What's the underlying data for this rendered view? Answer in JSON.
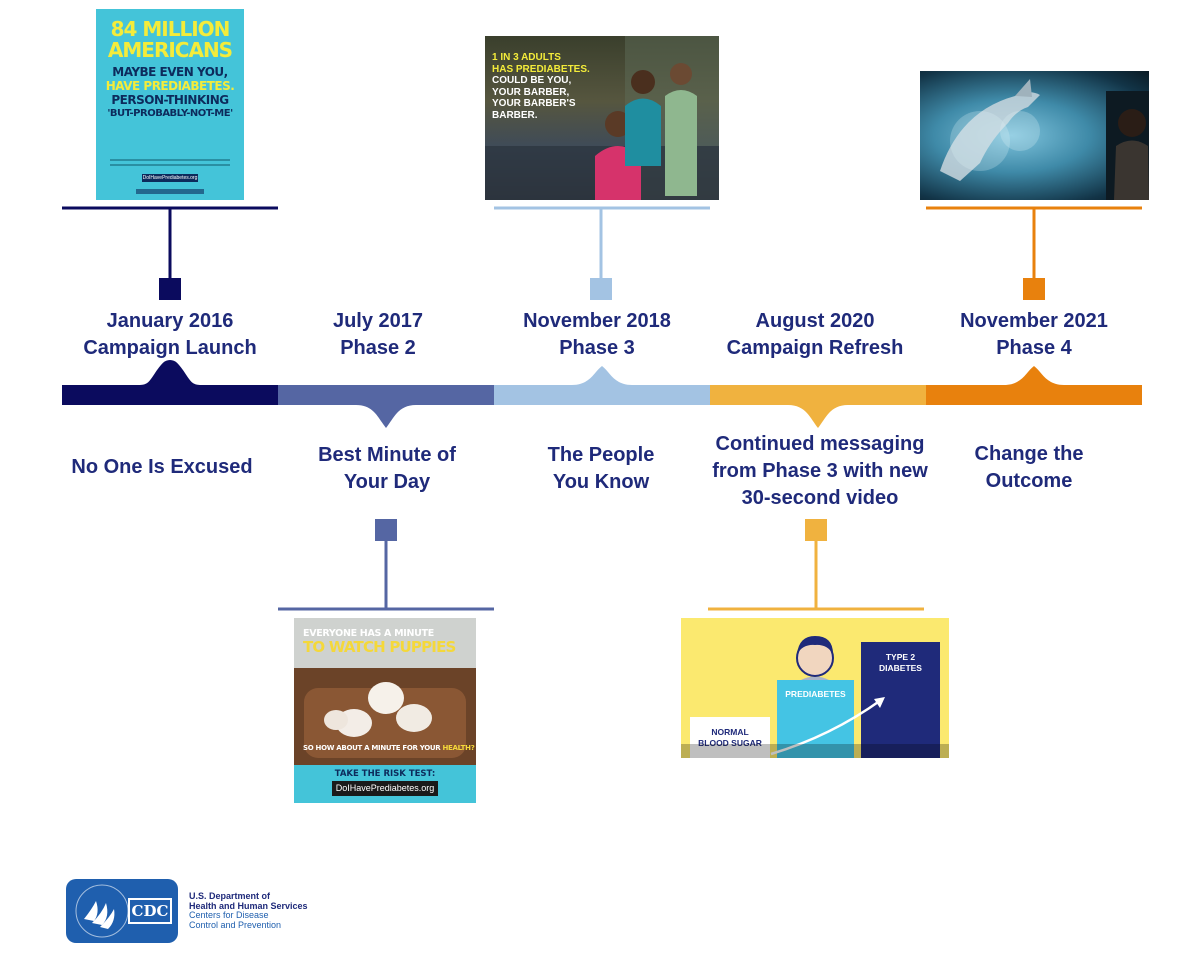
{
  "colors": {
    "phase1": "#0b0b5e",
    "phase2": "#5566a3",
    "phase3": "#a3c3e3",
    "refresh": "#f0b23f",
    "phase4": "#e8810d",
    "text": "#1f2a7a"
  },
  "milestones": [
    {
      "date": "January 2016",
      "name": "Campaign Launch",
      "campaign_lines": [
        "No One Is Excused"
      ]
    },
    {
      "date": "July 2017",
      "name": "Phase 2",
      "campaign_lines": [
        "Best Minute of",
        "Your Day"
      ]
    },
    {
      "date": "November 2018",
      "name": "Phase 3",
      "campaign_lines": [
        "The People",
        "You Know"
      ]
    },
    {
      "date": "August 2020",
      "name": "Campaign Refresh",
      "campaign_lines": [
        "Continued messaging",
        "from Phase 3 with new",
        "30-second video"
      ]
    },
    {
      "date": "November 2021",
      "name": "Phase 4",
      "campaign_lines": [
        "Change the",
        "Outcome"
      ]
    }
  ],
  "thumbnails": {
    "poster_2016": {
      "lines": [
        "84 MILLION",
        "AMERICANS",
        "MAYBE EVEN YOU,",
        "HAVE PREDIABETES.",
        "PERSON-THINKING",
        "'BUT-PROBABLY-NOT-ME'"
      ],
      "url": "DoIHavePrediabetes.org"
    },
    "barber_2018": {
      "lines": [
        "1 IN 3 ADULTS",
        "HAS PREDIABETES.",
        "COULD BE YOU,",
        "YOUR BARBER,",
        "YOUR BARBER'S",
        "BARBER."
      ]
    },
    "puppies_2017": {
      "top_line1": "EVERYONE HAS A MINUTE",
      "top_line2": "TO WATCH PUPPIES",
      "bottom_pre": "SO HOW ABOUT A MINUTE FOR YOUR ",
      "bottom_highlight": "HEALTH?",
      "cta": "TAKE THE RISK TEST:",
      "url": "DoIHavePrediabetes.org"
    },
    "video_2020": {
      "normal_line1": "NORMAL",
      "normal_line2": "BLOOD SUGAR",
      "prediabetes": "PREDIABETES",
      "type2_line1": "TYPE 2",
      "type2_line2": "DIABETES"
    }
  },
  "footer": {
    "logo_text": "CDC",
    "dept_line1": "U.S. Department of",
    "dept_line2": "Health and Human Services",
    "cdc_line1": "Centers for Disease",
    "cdc_line2": "Control and Prevention"
  }
}
